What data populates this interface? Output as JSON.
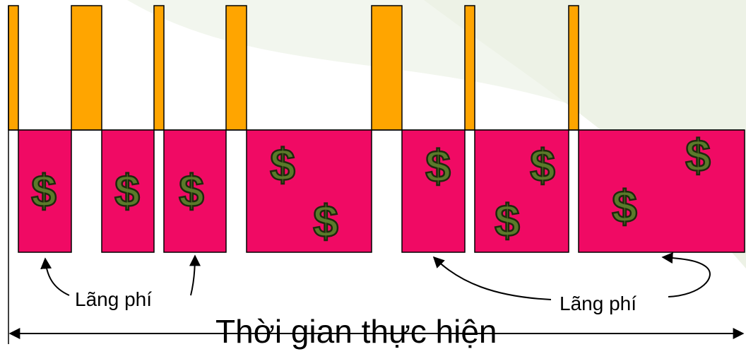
{
  "diagram": {
    "waste_label_left": "Lãng phí",
    "waste_label_right": "Lãng phí",
    "axis_title": "Thời gian thực hiện",
    "dollar_symbol": "$",
    "colors": {
      "value_blocks": "#f00a64",
      "waste_blocks": "#ffa500",
      "dollar_fill": "#5a7a2a",
      "background_swoosh": "#eef3e8"
    },
    "icons": [
      "dollar-icon",
      "arrow-curve-icon",
      "double-arrow-icon"
    ]
  }
}
